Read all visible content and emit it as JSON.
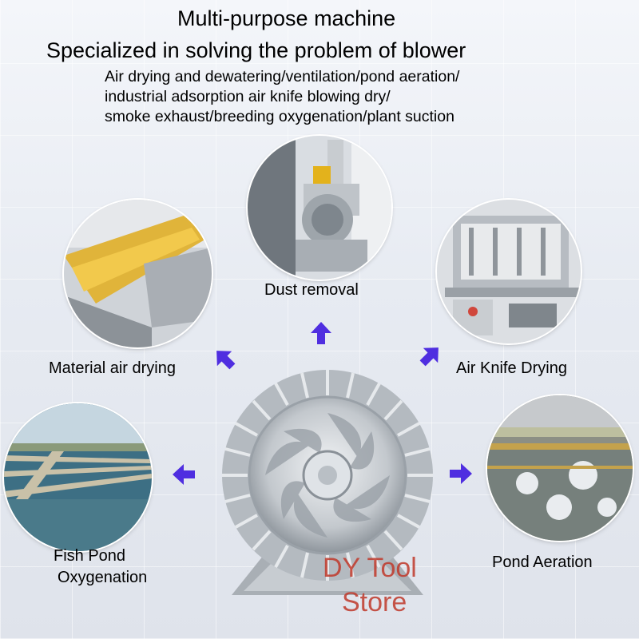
{
  "header": {
    "title_line1": "Multi-purpose machine",
    "title_line2": "Specialized in solving the problem of blower",
    "sub_line1": "Air drying and dewatering/ventilation/pond aeration/",
    "sub_line2": "industrial adsorption air knife blowing dry/",
    "sub_line3": "smoke exhaust/breeding oxygenation/plant suction"
  },
  "applications": [
    {
      "label": "Dust removal"
    },
    {
      "label": "Material air drying"
    },
    {
      "label": "Air Knife Drying"
    },
    {
      "label_line1": "Fish Pond",
      "label_line2": "Oxygenation"
    },
    {
      "label": "Pond Aeration"
    }
  ],
  "watermark": {
    "line1": "DY Tool",
    "line2": "Store"
  },
  "colors": {
    "arrow": "#4f2ee0",
    "watermark": "#c0392b"
  },
  "icons": [
    "arrow-up-icon",
    "arrow-up-left-icon",
    "arrow-up-right-icon",
    "arrow-left-icon",
    "arrow-right-icon"
  ]
}
